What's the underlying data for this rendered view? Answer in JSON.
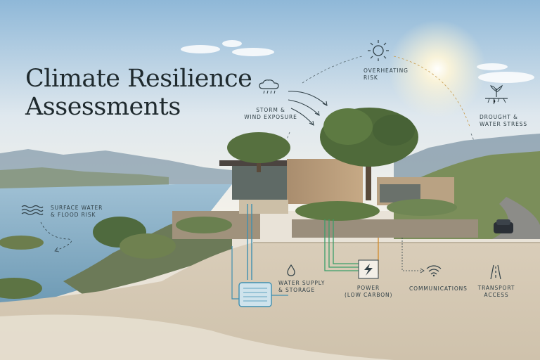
{
  "title": {
    "line1": "Climate Resilience",
    "line2": "Assessments"
  },
  "risks": {
    "storm": {
      "line1": "STORM &",
      "line2": "WIND EXPOSURE",
      "icon": "storm-cloud-icon"
    },
    "overheating": {
      "line1": "OVERHEATING",
      "line2": "RISK",
      "icon": "sun-icon"
    },
    "drought": {
      "line1": "DROUGHT &",
      "line2": "WATER STRESS",
      "icon": "cracked-plant-icon"
    },
    "flood": {
      "line1": "SURFACE WATER",
      "line2": "& FLOOD RISK",
      "icon": "waves-icon"
    }
  },
  "infrastructure": {
    "water": {
      "line1": "WATER SUPPLY",
      "line2": "& STORAGE",
      "icon": "water-drop-icon"
    },
    "power": {
      "line1": "POWER",
      "line2": "(LOW CARBON)",
      "icon": "lightning-icon"
    },
    "comms": {
      "line1": "COMMUNICATIONS",
      "icon": "wifi-icon"
    },
    "transport": {
      "line1": "TRANSPORT",
      "line2": "ACCESS",
      "icon": "road-icon"
    }
  },
  "colors": {
    "water_line": "#3f8fb0",
    "power_line": "#3a9e6a",
    "power_line_alt": "#d28a2a",
    "text": "#2f3f46",
    "sky_top": "#9fc3dd",
    "sky_bottom": "#f3f1ea",
    "ground": "#d8cdbb"
  }
}
